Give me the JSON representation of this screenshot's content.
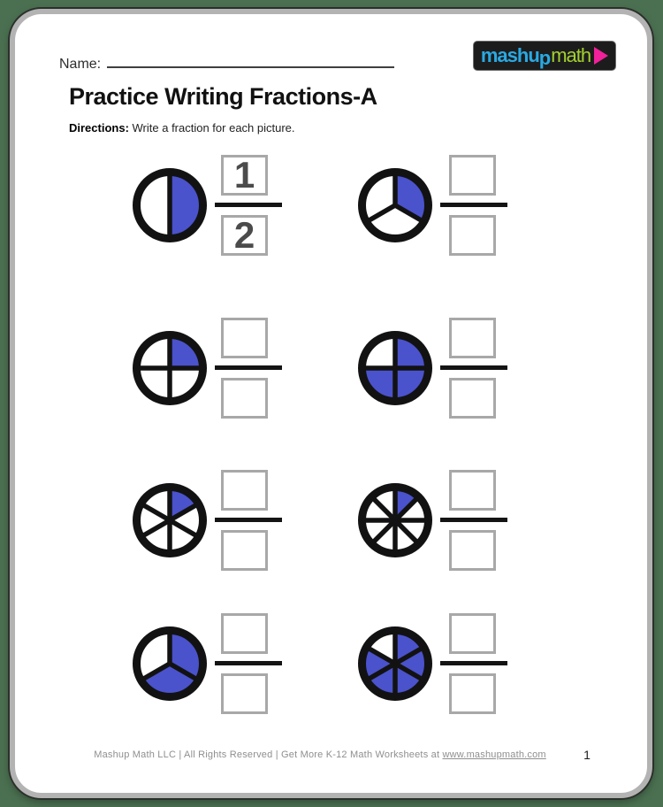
{
  "page": {
    "name_label": "Name:",
    "title": "Practice Writing Fractions-A",
    "directions_label": "Directions:",
    "directions_text": " Write a fraction for each picture.",
    "footer_text": "Mashup Math LLC | All Rights Reserved | Get More K-12 Math Worksheets at ",
    "footer_link": "www.mashupmath.com",
    "page_number": "1"
  },
  "logo": {
    "part1": "mashu",
    "part2": "p",
    "part3": "math",
    "play_icon": "play-triangle",
    "colors": {
      "background": "#1c1c1c",
      "blue": "#2aa9e2",
      "green": "#a3d02f",
      "pink": "#f0219a"
    }
  },
  "colors": {
    "sector_fill": "#4a52cc",
    "circle_outline": "#121212",
    "box_border": "#a8a8a8",
    "digit": "#4b4b4b",
    "page_background": "#4b7051"
  },
  "problems": [
    {
      "divisions": 2,
      "filled_sectors": [
        0
      ],
      "shown_numerator": "1",
      "shown_denominator": "2"
    },
    {
      "divisions": 3,
      "filled_sectors": [
        0
      ],
      "shown_numerator": "",
      "shown_denominator": ""
    },
    {
      "divisions": 4,
      "filled_sectors": [
        0
      ],
      "shown_numerator": "",
      "shown_denominator": ""
    },
    {
      "divisions": 4,
      "filled_sectors": [
        0,
        1,
        2
      ],
      "shown_numerator": "",
      "shown_denominator": ""
    },
    {
      "divisions": 6,
      "filled_sectors": [
        0
      ],
      "shown_numerator": "",
      "shown_denominator": ""
    },
    {
      "divisions": 8,
      "filled_sectors": [
        0
      ],
      "shown_numerator": "",
      "shown_denominator": ""
    },
    {
      "divisions": 3,
      "filled_sectors": [
        0,
        1
      ],
      "shown_numerator": "",
      "shown_denominator": ""
    },
    {
      "divisions": 6,
      "filled_sectors": [
        0,
        1,
        2,
        3,
        4
      ],
      "shown_numerator": "",
      "shown_denominator": ""
    }
  ]
}
